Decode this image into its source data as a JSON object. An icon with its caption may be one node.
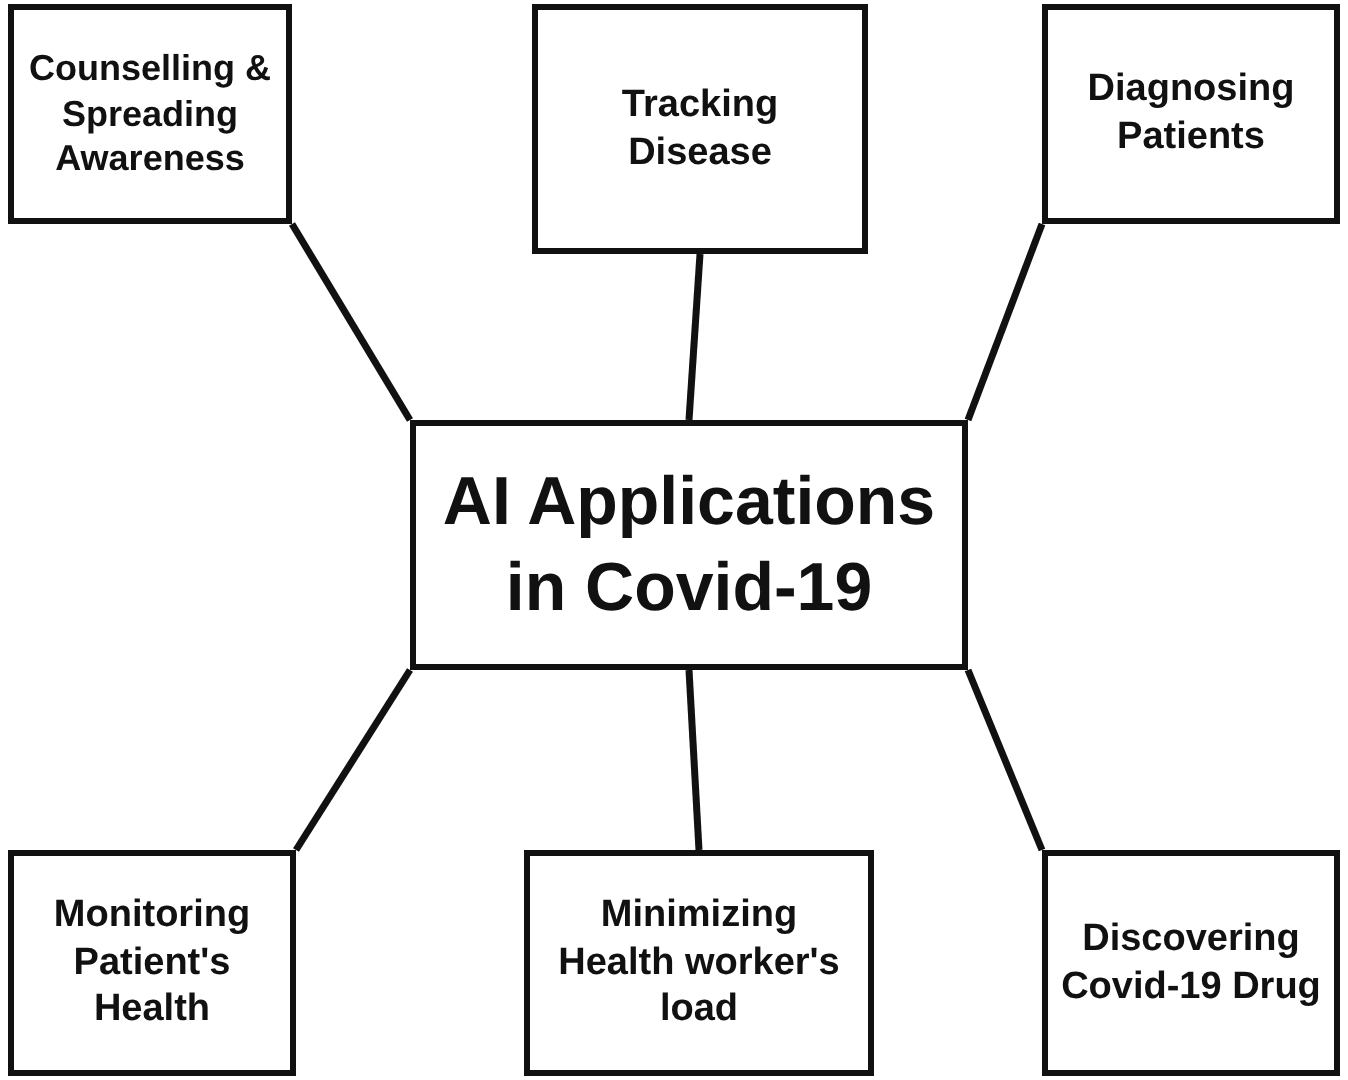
{
  "diagram": {
    "nodes": [
      {
        "text": [
          "Counselling & Spreading Awareness"
        ]
      },
      {
        "text": [
          "Tracking Disease"
        ]
      },
      {
        "text": [
          "Diagnosing Patients"
        ]
      },
      {
        "text": [
          "AI Applications in Covid-19"
        ]
      },
      {
        "text": [
          "Monitoring Patient's Health"
        ]
      },
      {
        "text": [
          "Minimizing Health worker's load"
        ]
      },
      {
        "text": [
          "Discovering Covid-19 Drug"
        ]
      }
    ],
    "edges": [
      {
        "from": 3,
        "to": 0,
        "arrow": "none"
      },
      {
        "from": 3,
        "to": 1,
        "arrow": "none"
      },
      {
        "from": 3,
        "to": 2,
        "arrow": "none"
      },
      {
        "from": 3,
        "to": 4,
        "arrow": "none"
      },
      {
        "from": 3,
        "to": 5,
        "arrow": "none"
      },
      {
        "from": 3,
        "to": 6,
        "arrow": "none"
      }
    ]
  }
}
